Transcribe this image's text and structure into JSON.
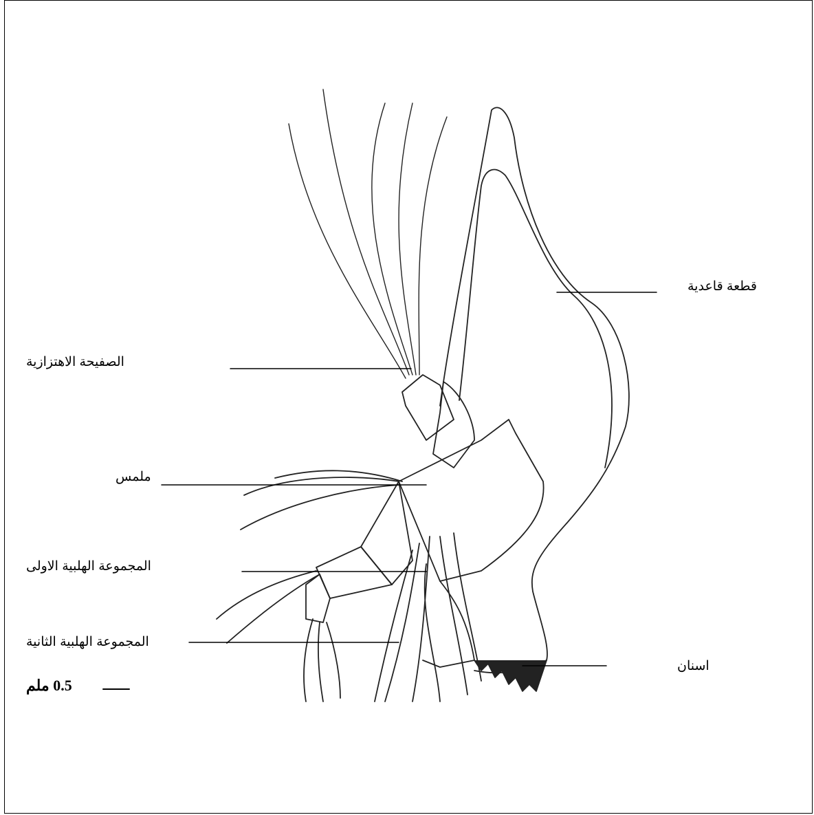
{
  "labels": {
    "basal_piece": "قطعة قاعدية",
    "vibrating_plate": "الصفيحة الاهتزازية",
    "palp": "ملمس",
    "first_setal_group": "المجموعة الهلبية الاولى",
    "second_setal_group": "المجموعة الهلبية الثانية",
    "teeth": "اسنان"
  },
  "scale_bar": {
    "label": "0.5 ملم"
  }
}
